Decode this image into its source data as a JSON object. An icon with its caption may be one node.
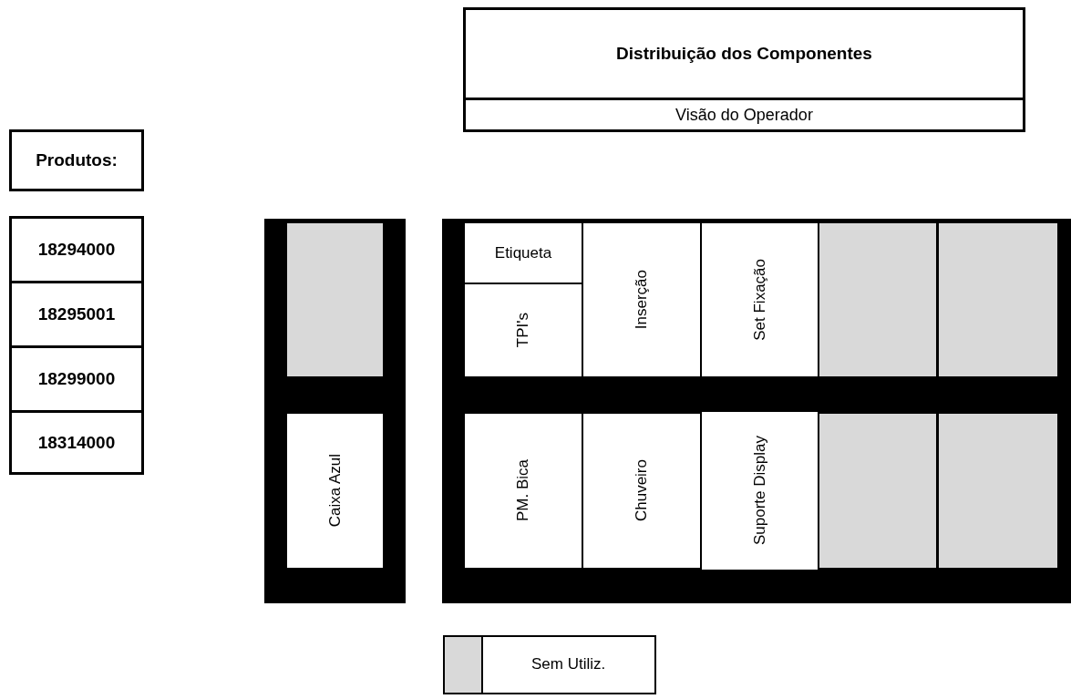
{
  "diagram": {
    "nodes": [
      {
        "text": [
          "Distribuição dos Componentes",
          "Visão do Operador"
        ]
      },
      {
        "text": [
          "Produtos:"
        ]
      },
      {
        "text": [
          "18294000"
        ]
      },
      {
        "text": [
          "18295001"
        ]
      },
      {
        "text": [
          "18299000"
        ]
      },
      {
        "text": [
          "18314000"
        ]
      },
      {
        "text": [],
        "shape": "box"
      },
      {
        "text": [],
        "shape": "box",
        "in": 6
      },
      {
        "text": [
          "Caixa Azul"
        ],
        "in": 6
      },
      {
        "text": [],
        "shape": "box"
      },
      {
        "text": [
          "Etiqueta"
        ],
        "in": 9
      },
      {
        "text": [
          "Inserção"
        ],
        "in": 9
      },
      {
        "text": [
          "Set Fixação"
        ],
        "in": 9
      },
      {
        "text": [],
        "shape": "box",
        "in": 9
      },
      {
        "text": [],
        "shape": "box",
        "in": 9
      },
      {
        "text": [
          "TPI's"
        ],
        "in": 9
      },
      {
        "text": [
          "PM. Bica"
        ],
        "in": 9
      },
      {
        "text": [
          "Chuveiro"
        ],
        "in": 9
      },
      {
        "text": [
          "Suporte Display"
        ],
        "in": 9
      },
      {
        "text": [],
        "shape": "box",
        "in": 9
      },
      {
        "text": [],
        "shape": "box",
        "in": 9
      }
    ],
    "legend": [
      {
        "text": "Sem Utiliz.",
        "color": "#d9d9d9"
      }
    ]
  }
}
